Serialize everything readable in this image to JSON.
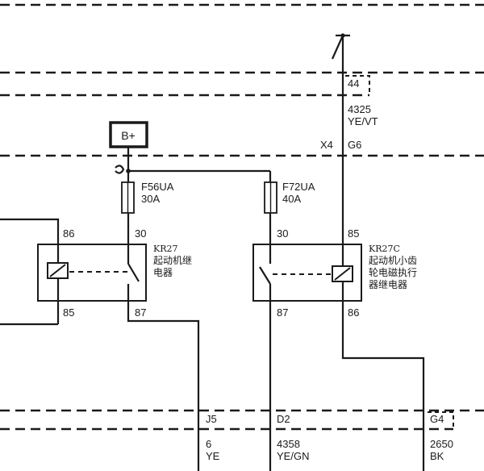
{
  "battery": {
    "label": "B+"
  },
  "fuses": [
    {
      "id": "F56UA",
      "rating": "30A"
    },
    {
      "id": "F72UA",
      "rating": "40A"
    }
  ],
  "relays": {
    "kr27": {
      "id": "KR27",
      "name_line1": "起动机继",
      "name_line2": "电器",
      "pin_86": "86",
      "pin_85": "85",
      "pin_30": "30",
      "pin_87": "87"
    },
    "kr27c": {
      "id": "KR27C",
      "name_line1": "起动机小齿",
      "name_line2": "轮电磁执行",
      "name_line3": "器继电器",
      "pin_30": "30",
      "pin_87": "87",
      "pin_85": "85",
      "pin_86": "86"
    }
  },
  "top_wire": {
    "pin": "44",
    "circuit": "4325",
    "color": "YE/VT",
    "connector": "X4",
    "connector_pin": "G6"
  },
  "bottom_wires": [
    {
      "pin": "J5",
      "circuit": "6",
      "color": "YE"
    },
    {
      "pin": "D2",
      "circuit": "4358",
      "color": "YE/GN"
    },
    {
      "pin": "G4",
      "circuit": "2650",
      "color": "BK"
    }
  ]
}
